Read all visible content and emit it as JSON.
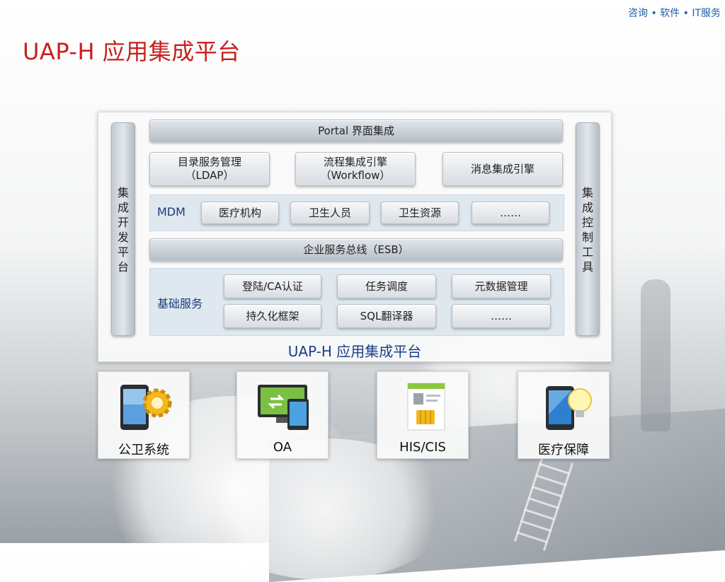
{
  "header": {
    "tagline": "咨询 • 软件 • IT服务",
    "title": "UAP-H  应用集成平台"
  },
  "platform": {
    "portal": "Portal 界面集成",
    "left_bar": [
      "集",
      "成",
      "开",
      "发",
      "平",
      "台"
    ],
    "right_bar": [
      "集",
      "成",
      "控",
      "制",
      "工",
      "具"
    ],
    "engines": [
      {
        "line1": "目录服务管理",
        "line2": "（LDAP）"
      },
      {
        "line1": "流程集成引擎",
        "line2": "（Workflow）"
      },
      {
        "line1": "消息集成引擎",
        "line2": ""
      }
    ],
    "mdm": {
      "label": "MDM",
      "items": [
        "医疗机构",
        "卫生人员",
        "卫生资源",
        "……"
      ]
    },
    "esb": "企业服务总线（ESB）",
    "base": {
      "label": "基础服务",
      "items": [
        "登陆/CA认证",
        "任务调度",
        "元数据管理",
        "持久化框架",
        "SQL翻译器",
        "……"
      ]
    },
    "caption": "UAP-H 应用集成平台"
  },
  "apps": [
    {
      "label": "公卫系统",
      "icon": "tablet-gear-icon"
    },
    {
      "label": "OA",
      "icon": "monitor-sync-icon"
    },
    {
      "label": "HIS/CIS",
      "icon": "document-chip-icon"
    },
    {
      "label": "医疗保障",
      "icon": "tablet-bulb-icon"
    }
  ]
}
